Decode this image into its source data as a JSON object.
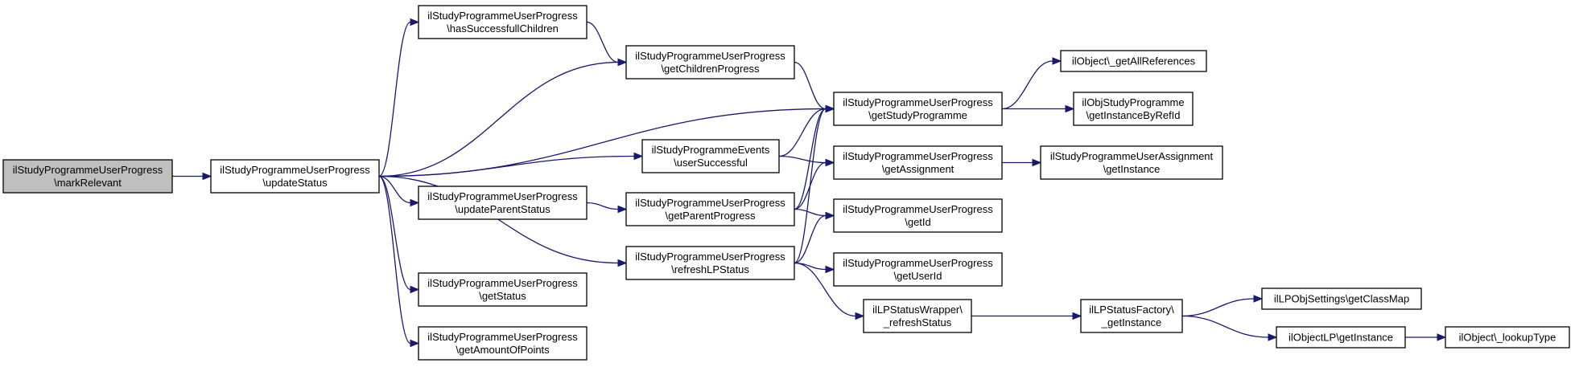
{
  "colors": {
    "node_fill": "#ffffff",
    "root_fill": "#bfbfbf",
    "node_border": "#000000",
    "edge": "#191970"
  },
  "nodes": [
    {
      "id": "mark_relevant",
      "lines": [
        "ilStudyProgrammeUserProgress",
        "\\markRelevant"
      ],
      "root": true
    },
    {
      "id": "update_status",
      "lines": [
        "ilStudyProgrammeUserProgress",
        "\\updateStatus"
      ]
    },
    {
      "id": "has_successfull_children",
      "lines": [
        "ilStudyProgrammeUserProgress",
        "\\hasSuccessfullChildren"
      ]
    },
    {
      "id": "get_children_progress",
      "lines": [
        "ilStudyProgrammeUserProgress",
        "\\getChildrenProgress"
      ]
    },
    {
      "id": "user_successful",
      "lines": [
        "ilStudyProgrammeEvents",
        "\\userSuccessful"
      ]
    },
    {
      "id": "update_parent_status",
      "lines": [
        "ilStudyProgrammeUserProgress",
        "\\updateParentStatus"
      ]
    },
    {
      "id": "get_parent_progress",
      "lines": [
        "ilStudyProgrammeUserProgress",
        "\\getParentProgress"
      ]
    },
    {
      "id": "refresh_lp_status",
      "lines": [
        "ilStudyProgrammeUserProgress",
        "\\refreshLPStatus"
      ]
    },
    {
      "id": "get_status",
      "lines": [
        "ilStudyProgrammeUserProgress",
        "\\getStatus"
      ]
    },
    {
      "id": "get_amount_of_points",
      "lines": [
        "ilStudyProgrammeUserProgress",
        "\\getAmountOfPoints"
      ]
    },
    {
      "id": "get_study_programme",
      "lines": [
        "ilStudyProgrammeUserProgress",
        "\\getStudyProgramme"
      ]
    },
    {
      "id": "get_assignment",
      "lines": [
        "ilStudyProgrammeUserProgress",
        "\\getAssignment"
      ]
    },
    {
      "id": "get_id",
      "lines": [
        "ilStudyProgrammeUserProgress",
        "\\getId"
      ]
    },
    {
      "id": "get_user_id",
      "lines": [
        "ilStudyProgrammeUserProgress",
        "\\getUserId"
      ]
    },
    {
      "id": "lp_status_wrapper_refresh",
      "lines": [
        "ilLPStatusWrapper\\",
        "_refreshStatus"
      ]
    },
    {
      "id": "get_all_references",
      "lines": [
        "ilObject\\_getAllReferences"
      ]
    },
    {
      "id": "get_instance_by_ref_id",
      "lines": [
        "ilObjStudyProgramme",
        "\\getInstanceByRefId"
      ]
    },
    {
      "id": "assignment_get_instance",
      "lines": [
        "ilStudyProgrammeUserAssignment",
        "\\getInstance"
      ]
    },
    {
      "id": "lp_status_factory_get_instance",
      "lines": [
        "ilLPStatusFactory\\",
        "_getInstance"
      ]
    },
    {
      "id": "lp_obj_settings_get_class_map",
      "lines": [
        "ilLPObjSettings\\getClassMap"
      ]
    },
    {
      "id": "object_lp_get_instance",
      "lines": [
        "ilObjectLP\\getInstance"
      ]
    },
    {
      "id": "object_lookup_type",
      "lines": [
        "ilObject\\_lookupType"
      ]
    }
  ],
  "edges": [
    {
      "from": "mark_relevant",
      "to": "update_status"
    },
    {
      "from": "update_status",
      "to": "has_successfull_children"
    },
    {
      "from": "update_status",
      "to": "get_children_progress"
    },
    {
      "from": "update_status",
      "to": "get_study_programme"
    },
    {
      "from": "update_status",
      "to": "user_successful"
    },
    {
      "from": "update_status",
      "to": "update_parent_status"
    },
    {
      "from": "update_status",
      "to": "refresh_lp_status"
    },
    {
      "from": "update_status",
      "to": "get_status"
    },
    {
      "from": "update_status",
      "to": "get_amount_of_points"
    },
    {
      "from": "has_successfull_children",
      "to": "get_children_progress"
    },
    {
      "from": "get_children_progress",
      "to": "get_study_programme"
    },
    {
      "from": "user_successful",
      "to": "get_study_programme"
    },
    {
      "from": "user_successful",
      "to": "get_assignment"
    },
    {
      "from": "update_parent_status",
      "to": "get_parent_progress"
    },
    {
      "from": "get_parent_progress",
      "to": "get_study_programme"
    },
    {
      "from": "get_parent_progress",
      "to": "get_assignment"
    },
    {
      "from": "get_parent_progress",
      "to": "get_id"
    },
    {
      "from": "refresh_lp_status",
      "to": "get_study_programme"
    },
    {
      "from": "refresh_lp_status",
      "to": "get_id"
    },
    {
      "from": "refresh_lp_status",
      "to": "get_user_id"
    },
    {
      "from": "refresh_lp_status",
      "to": "lp_status_wrapper_refresh"
    },
    {
      "from": "get_study_programme",
      "to": "get_all_references"
    },
    {
      "from": "get_study_programme",
      "to": "get_instance_by_ref_id"
    },
    {
      "from": "get_assignment",
      "to": "assignment_get_instance"
    },
    {
      "from": "lp_status_wrapper_refresh",
      "to": "lp_status_factory_get_instance"
    },
    {
      "from": "lp_status_factory_get_instance",
      "to": "lp_obj_settings_get_class_map"
    },
    {
      "from": "lp_status_factory_get_instance",
      "to": "object_lp_get_instance"
    },
    {
      "from": "object_lp_get_instance",
      "to": "object_lookup_type"
    }
  ]
}
